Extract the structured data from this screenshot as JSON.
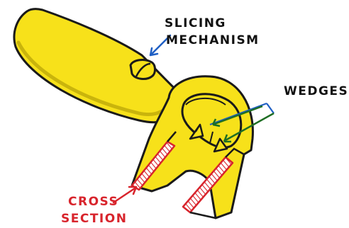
{
  "labels": {
    "slicing_line1": "SLICING",
    "slicing_line2": "MECHANISM",
    "wedges": "WEDGES",
    "cross_line1": "CROSS",
    "cross_line2": "SECTION"
  },
  "colors": {
    "body_yellow": "#f7e11a",
    "body_shadow": "#c9b40c",
    "outline": "#1a1a1a",
    "cross_red": "#d8242c",
    "blue_arrow": "#1f5fc4",
    "green_arrow": "#1f6e24",
    "label_black": "#111111",
    "label_red": "#d8242c"
  },
  "icons": {
    "button": "slider-button-icon"
  }
}
